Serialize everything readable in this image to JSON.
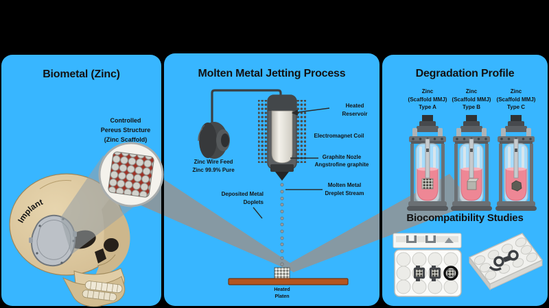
{
  "colors": {
    "background": "#000000",
    "panel_blue": "#38b6ff",
    "beam_gray": "#8d979b",
    "platen_brown": "#b4551f",
    "liquid_pink": "#ee8795",
    "skull_tan": "#d6c096"
  },
  "panels": {
    "biometal": {
      "title": "Biometal (Zinc)",
      "scaffold_label": {
        "line1": "Controlled",
        "line2": "Pereus Structure",
        "line3": "(Zinc Scaffold)"
      },
      "implant_label": "Implant"
    },
    "jetting": {
      "title": "Molten Metal Jetting Process",
      "wire_feed": {
        "line1": "Zinc Wire Feed",
        "line2": "Zinc 99.9% Pure"
      },
      "reservoir": {
        "line1": "Heated",
        "line2": "Reservoir"
      },
      "coil": "Electromagnet Coil",
      "nozzle": {
        "line1": "Graphite Nozle",
        "line2": "Angstrofine graphite"
      },
      "stream": {
        "line1": "Molten Metal",
        "line2": "Dreplet Stream"
      },
      "deposit": {
        "line1": "Deposited Metal",
        "line2": "Doplets"
      },
      "platen": {
        "line1": "Heated",
        "line2": "Platen"
      }
    },
    "degradation": {
      "title": "Degradation Profile",
      "samples": [
        {
          "line1": "Zinc",
          "line2": "(Scaffold MMJ)",
          "line3": "Type A"
        },
        {
          "line1": "Zinc",
          "line2": "(Scaffold MMJ)",
          "line3": "Type B"
        },
        {
          "line1": "Zinc",
          "line2": "(Scaffold MMJ)",
          "line3": "Type C"
        }
      ],
      "biocompatibility_title": "Biocompatibility Studies"
    }
  }
}
